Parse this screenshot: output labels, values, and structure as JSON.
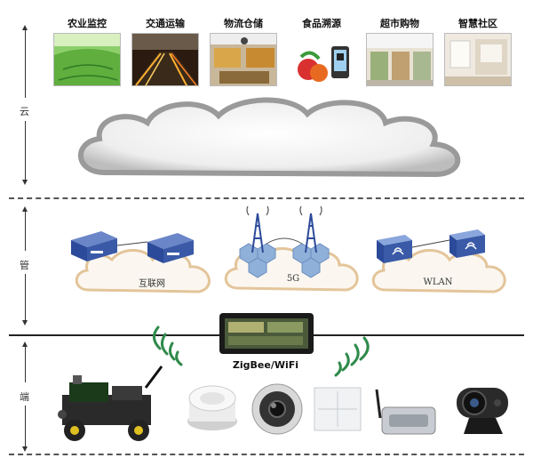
{
  "layers": {
    "cloud": "云",
    "pipe": "管",
    "edge": "端"
  },
  "apps": [
    {
      "label": "农业监控",
      "icon": "farm-field-photo"
    },
    {
      "label": "交通运输",
      "icon": "highway-night-photo"
    },
    {
      "label": "物流仓储",
      "icon": "warehouse-photo"
    },
    {
      "label": "食品溯源",
      "icon": "food-scan-photo"
    },
    {
      "label": "超市购物",
      "icon": "supermarket-photo"
    },
    {
      "label": "智慧社区",
      "icon": "smart-home-photo"
    }
  ],
  "networks": {
    "internet": "互联网",
    "fiveg": "5G",
    "wlan": "WLAN"
  },
  "gateway": {
    "label": "ZigBee/WiFi",
    "icon": "tablet-gateway-icon"
  },
  "devices": [
    {
      "icon": "robot-car-icon"
    },
    {
      "icon": "smoke-detector-icon"
    },
    {
      "icon": "dome-camera-icon"
    },
    {
      "icon": "wall-switch-icon"
    },
    {
      "icon": "wireless-router-icon"
    },
    {
      "icon": "webcam-icon"
    }
  ],
  "colors": {
    "cloud_fill": "#f4f4f4",
    "network_cloud_outline": "#e3c59a",
    "device_blue": "#3a5aa8",
    "wifi_green": "#2f8a4a"
  }
}
